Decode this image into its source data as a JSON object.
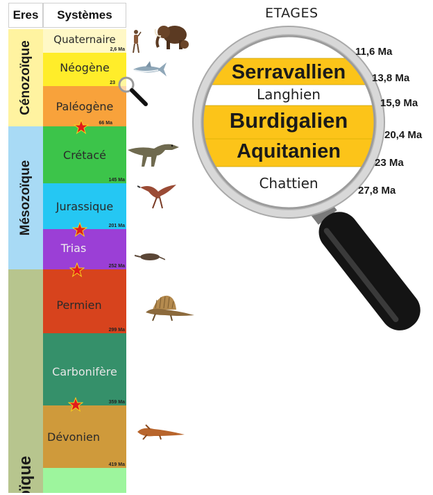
{
  "headers": {
    "eres": "Eres",
    "systemes": "Systèmes",
    "etages": "ETAGES"
  },
  "eras": [
    {
      "name": "Cénozoïque",
      "color": "#fff3a0"
    },
    {
      "name": "Mésozoïque",
      "color": "#a8daf5"
    },
    {
      "name": "ozoïque",
      "color": "#b7c58e"
    }
  ],
  "systems": [
    {
      "name": "Quaternaire",
      "age": "2,6 Ma",
      "color": "#fff8c6"
    },
    {
      "name": "Néogène",
      "age": "23",
      "color": "#ffed2a"
    },
    {
      "name": "Paléogène",
      "age": "66 Ma",
      "color": "#f8a23b"
    },
    {
      "name": "Crétacé",
      "age": "145 Ma",
      "color": "#3cc44a"
    },
    {
      "name": "Jurassique",
      "age": "201 Ma",
      "color": "#25c7f3"
    },
    {
      "name": "Trias",
      "age": "252 Ma",
      "color": "#9b3fd6"
    },
    {
      "name": "Permien",
      "age": "299 Ma",
      "color": "#d7431d"
    },
    {
      "name": "Carbonifère",
      "age": "359 Ma",
      "color": "#35906a"
    },
    {
      "name": "Dévonien",
      "age": "419 Ma",
      "color": "#cf9a3b"
    },
    {
      "name": "",
      "age": "",
      "color": "#9df59d"
    }
  ],
  "stages": [
    {
      "name": "Serravallien",
      "color": "#fcc419"
    },
    {
      "name": "Langhien",
      "color": "#ffffff"
    },
    {
      "name": "Burdigalien",
      "color": "#fcc419"
    },
    {
      "name": "Aquitanien",
      "color": "#fcc419"
    },
    {
      "name": "Chattien",
      "color": "#ffffff"
    }
  ],
  "stage_ages": [
    "11,6 Ma",
    "13,8 Ma",
    "15,9 Ma",
    "20,4 Ma",
    "23 Ma",
    "27,8 Ma"
  ],
  "icons": [
    "mammoth-icon",
    "human-icon",
    "shark-icon",
    "magnifier-small-icon",
    "trex-icon",
    "bird-dinosaur-icon",
    "small-mammal-icon",
    "dimetrodon-icon",
    "amphibian-icon",
    "magnifying-glass-icon",
    "extinction-star-icon"
  ],
  "colors": {
    "star": "#e11b1b",
    "frame": "#c9c9c9",
    "handle": "#1a1a1a"
  }
}
